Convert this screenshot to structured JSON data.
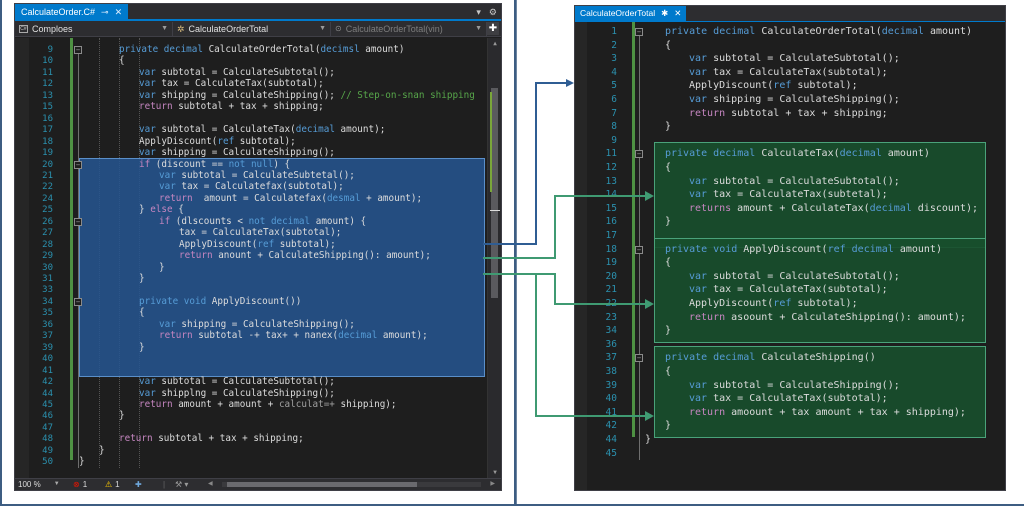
{
  "left_editor": {
    "tab": {
      "label": "CalculateOrder.C#",
      "pin_icon": "pin-icon",
      "close_icon": "close-icon"
    },
    "tabbar_right": {
      "dropdown_icon": "chevron-down-icon",
      "settings_icon": "gear-icon"
    },
    "nav": {
      "project": "Comploes",
      "member": "CalculateOrderTotal",
      "method": "CalculateOrderTotal(vin)"
    },
    "lines": [
      {
        "n": "9",
        "indent": 2,
        "tokens": [
          [
            "kw",
            "private "
          ],
          [
            "kw",
            "decimal "
          ],
          [
            "fn",
            "CalculateOrderTotal("
          ],
          [
            "kw",
            "decimsl "
          ],
          [
            "fn",
            "amount)"
          ]
        ]
      },
      {
        "n": "10",
        "indent": 2,
        "tokens": [
          [
            "fn",
            "{"
          ]
        ]
      },
      {
        "n": "11",
        "indent": 3,
        "tokens": [
          [
            "kw",
            "var "
          ],
          [
            "fn",
            "subtotal = CalculateSubtotal();"
          ]
        ]
      },
      {
        "n": "12",
        "indent": 3,
        "tokens": [
          [
            "kw",
            "var "
          ],
          [
            "fn",
            "tax = CalculateTax(subtotal);"
          ]
        ]
      },
      {
        "n": "13",
        "indent": 3,
        "tokens": [
          [
            "kw",
            "var "
          ],
          [
            "fn",
            "shipping = CalculateShipping(); "
          ],
          [
            "cm",
            "// Step-on-snan shipping"
          ]
        ]
      },
      {
        "n": "15",
        "indent": 3,
        "tokens": [
          [
            "ctl",
            "return "
          ],
          [
            "fn",
            "subtotal + tax + shipping;"
          ]
        ]
      },
      {
        "n": "16",
        "indent": 3,
        "tokens": []
      },
      {
        "n": "17",
        "indent": 3,
        "tokens": [
          [
            "kw",
            "var "
          ],
          [
            "fn",
            "subtotal = CalculateTax("
          ],
          [
            "kw",
            "decimal "
          ],
          [
            "fn",
            "amount);"
          ]
        ]
      },
      {
        "n": "18",
        "indent": 3,
        "tokens": [
          [
            "fn",
            "ApplyDiscount("
          ],
          [
            "kw",
            "ref "
          ],
          [
            "fn",
            "subtotal);"
          ]
        ]
      },
      {
        "n": "19",
        "indent": 3,
        "tokens": [
          [
            "kw",
            "var "
          ],
          [
            "fn",
            "shipping = CalculateShipping();"
          ]
        ]
      },
      {
        "n": "20",
        "indent": 3,
        "tokens": [
          [
            "ctl",
            "if "
          ],
          [
            "fn",
            "(discount == "
          ],
          [
            "kw",
            "not null"
          ],
          [
            "fn",
            ") {"
          ]
        ]
      },
      {
        "n": "21",
        "indent": 4,
        "tokens": [
          [
            "kw",
            "var "
          ],
          [
            "fn",
            "subtotal = CalculateSubtetal();"
          ]
        ]
      },
      {
        "n": "22",
        "indent": 4,
        "tokens": [
          [
            "kw",
            "var "
          ],
          [
            "fn",
            "tax = Calculatefax(subtotal);"
          ]
        ]
      },
      {
        "n": "24",
        "indent": 4,
        "tokens": [
          [
            "ctl",
            "return "
          ],
          [
            "fn",
            " amount = Calculatefax("
          ],
          [
            "kw",
            "desmal "
          ],
          [
            "fn",
            "+ amount);"
          ]
        ]
      },
      {
        "n": "25",
        "indent": 3,
        "tokens": [
          [
            "fn",
            "} "
          ],
          [
            "ctl",
            "else "
          ],
          [
            "fn",
            "{"
          ]
        ]
      },
      {
        "n": "26",
        "indent": 4,
        "tokens": [
          [
            "ctl",
            "if "
          ],
          [
            "fn",
            "(dlscounts < "
          ],
          [
            "kw",
            "not decimal "
          ],
          [
            "fn",
            "amount) {"
          ]
        ]
      },
      {
        "n": "27",
        "indent": 5,
        "tokens": [
          [
            "fn",
            "tax = CalculateTax(subtotal);"
          ]
        ]
      },
      {
        "n": "28",
        "indent": 5,
        "tokens": [
          [
            "fn",
            "ApplyDiscount("
          ],
          [
            "kw",
            "ref "
          ],
          [
            "fn",
            "subtotal);"
          ]
        ]
      },
      {
        "n": "29",
        "indent": 5,
        "tokens": [
          [
            "ctl",
            "return "
          ],
          [
            "fn",
            "anount + CalculateShipping(): amount);"
          ]
        ]
      },
      {
        "n": "30",
        "indent": 4,
        "tokens": [
          [
            "fn",
            "}"
          ]
        ]
      },
      {
        "n": "31",
        "indent": 3,
        "tokens": [
          [
            "fn",
            "}"
          ]
        ]
      },
      {
        "n": "33",
        "indent": 3,
        "tokens": []
      },
      {
        "n": "34",
        "indent": 3,
        "tokens": [
          [
            "kw",
            "private "
          ],
          [
            "kw",
            "void "
          ],
          [
            "fn",
            "ApplyDiscount())"
          ]
        ]
      },
      {
        "n": "35",
        "indent": 3,
        "tokens": [
          [
            "fn",
            "{"
          ]
        ]
      },
      {
        "n": "36",
        "indent": 4,
        "tokens": [
          [
            "kw",
            "var "
          ],
          [
            "fn",
            "shipping = CalculateShipping();"
          ]
        ]
      },
      {
        "n": "37",
        "indent": 4,
        "tokens": [
          [
            "ctl",
            "return "
          ],
          [
            "fn",
            "subtotal -+ tax+ + nanex("
          ],
          [
            "kw",
            "decimal "
          ],
          [
            "fn",
            "amount);"
          ]
        ]
      },
      {
        "n": "39",
        "indent": 3,
        "tokens": [
          [
            "fn",
            "}"
          ]
        ]
      },
      {
        "n": "40",
        "indent": 3,
        "tokens": []
      },
      {
        "n": "41",
        "indent": 3,
        "tokens": []
      },
      {
        "n": "42",
        "indent": 3,
        "tokens": [
          [
            "kw",
            "var "
          ],
          [
            "fn",
            "subtotal = CalculateSubtotal();"
          ]
        ]
      },
      {
        "n": "44",
        "indent": 3,
        "tokens": [
          [
            "kw",
            "var "
          ],
          [
            "fn",
            "shipplng = CalculateShipping();"
          ]
        ]
      },
      {
        "n": "45",
        "indent": 3,
        "tokens": [
          [
            "ctl",
            "return "
          ],
          [
            "fn",
            "amount + amount + "
          ],
          [
            "cm2",
            "calculat=+ "
          ],
          [
            "fn",
            "shipping);"
          ]
        ]
      },
      {
        "n": "46",
        "indent": 2,
        "tokens": [
          [
            "fn",
            "}"
          ]
        ]
      },
      {
        "n": "47",
        "indent": 2,
        "tokens": []
      },
      {
        "n": "48",
        "indent": 2,
        "tokens": [
          [
            "ctl",
            "return "
          ],
          [
            "fn",
            "subtotal + tax + shipping;"
          ]
        ]
      },
      {
        "n": "49",
        "indent": 1,
        "tokens": [
          [
            "fn",
            "}"
          ]
        ]
      },
      {
        "n": "50",
        "indent": 0,
        "tokens": [
          [
            "fn",
            "}"
          ]
        ]
      }
    ],
    "status": {
      "zoom": "100 %",
      "errors": "1",
      "warnings": "1",
      "error_icon": "error-icon",
      "warning_icon": "warning-icon",
      "add_icon": "plus-icon",
      "branch_icon": "tools-icon"
    }
  },
  "right_editor": {
    "tab": {
      "label": "CalculateOrderTotal",
      "pin_icon": "pin-icon",
      "close_icon": "close-icon"
    },
    "lines": [
      {
        "n": "1",
        "indent": 0,
        "tokens": [
          [
            "kw",
            "private "
          ],
          [
            "kw",
            "decimal "
          ],
          [
            "fn",
            "CalculateOrderTotal("
          ],
          [
            "kw",
            "decimal "
          ],
          [
            "fn",
            "amount)"
          ]
        ]
      },
      {
        "n": "2",
        "indent": 0,
        "tokens": [
          [
            "fn",
            "{"
          ]
        ]
      },
      {
        "n": "3",
        "indent": 1,
        "tokens": [
          [
            "kw",
            "var "
          ],
          [
            "fn",
            "subtotal = CalculateSubtotal();"
          ]
        ]
      },
      {
        "n": "4",
        "indent": 1,
        "tokens": [
          [
            "kw",
            "var "
          ],
          [
            "fn",
            "tax = CalculateTax(subtotal);"
          ]
        ]
      },
      {
        "n": "5",
        "indent": 1,
        "tokens": [
          [
            "fn",
            "ApplyDiscount("
          ],
          [
            "kw",
            "ref "
          ],
          [
            "fn",
            "subtotal);"
          ]
        ]
      },
      {
        "n": "6",
        "indent": 1,
        "tokens": [
          [
            "kw",
            "var "
          ],
          [
            "fn",
            "shipping = CalculateShipping();"
          ]
        ]
      },
      {
        "n": "7",
        "indent": 1,
        "tokens": [
          [
            "ctl",
            "return "
          ],
          [
            "fn",
            "subtotal + tax + shipping;"
          ]
        ]
      },
      {
        "n": "8",
        "indent": 0,
        "tokens": [
          [
            "fn",
            "}"
          ]
        ]
      },
      {
        "n": "9",
        "indent": 0,
        "tokens": []
      },
      {
        "n": "11",
        "indent": 0,
        "tokens": [
          [
            "kw",
            "private "
          ],
          [
            "kw",
            "decimal "
          ],
          [
            "fn",
            "CalculateTax("
          ],
          [
            "kw",
            "decimal "
          ],
          [
            "fn",
            "amount)"
          ]
        ]
      },
      {
        "n": "12",
        "indent": 0,
        "tokens": [
          [
            "fn",
            "{"
          ]
        ]
      },
      {
        "n": "13",
        "indent": 1,
        "tokens": [
          [
            "kw",
            "var "
          ],
          [
            "fn",
            "subtotal = CalculateSubtotal();"
          ]
        ]
      },
      {
        "n": "14",
        "indent": 1,
        "tokens": [
          [
            "kw",
            "var "
          ],
          [
            "fn",
            "tax = CalculateTax(subtetal);"
          ]
        ]
      },
      {
        "n": "15",
        "indent": 1,
        "tokens": [
          [
            "ctl",
            "returns "
          ],
          [
            "fn",
            "amount + CalculateTax("
          ],
          [
            "kw",
            "decimal "
          ],
          [
            "fn",
            "discount);"
          ]
        ]
      },
      {
        "n": "16",
        "indent": 0,
        "tokens": [
          [
            "fn",
            "}"
          ]
        ]
      },
      {
        "n": "17",
        "indent": 0,
        "tokens": []
      },
      {
        "n": "18",
        "indent": 0,
        "tokens": [
          [
            "kw",
            "private "
          ],
          [
            "kw",
            "void "
          ],
          [
            "fn",
            "ApplyDiscount("
          ],
          [
            "kw",
            "ref decimal "
          ],
          [
            "fn",
            "amount)"
          ]
        ]
      },
      {
        "n": "19",
        "indent": 0,
        "tokens": [
          [
            "fn",
            "{"
          ]
        ]
      },
      {
        "n": "20",
        "indent": 1,
        "tokens": [
          [
            "kw",
            "var "
          ],
          [
            "fn",
            "subtotal = CalculateSubtotal();"
          ]
        ]
      },
      {
        "n": "21",
        "indent": 1,
        "tokens": [
          [
            "kw",
            "var "
          ],
          [
            "fn",
            "tax = CalculateTax(subtotal);"
          ]
        ]
      },
      {
        "n": "22",
        "indent": 1,
        "tokens": [
          [
            "fn",
            "ApplyDiscount("
          ],
          [
            "kw",
            "ref "
          ],
          [
            "fn",
            "subtotal);"
          ]
        ]
      },
      {
        "n": "23",
        "indent": 1,
        "tokens": [
          [
            "ctl",
            "return "
          ],
          [
            "fn",
            "asoount + CalculateShipping(): amount);"
          ]
        ]
      },
      {
        "n": "34",
        "indent": 0,
        "tokens": [
          [
            "fn",
            "}"
          ]
        ]
      },
      {
        "n": "36",
        "indent": 0,
        "tokens": []
      },
      {
        "n": "37",
        "indent": 0,
        "tokens": [
          [
            "kw",
            "private "
          ],
          [
            "kw",
            "decimal "
          ],
          [
            "fn",
            "CalculateShipping()"
          ]
        ]
      },
      {
        "n": "38",
        "indent": 0,
        "tokens": [
          [
            "fn",
            "{"
          ]
        ]
      },
      {
        "n": "39",
        "indent": 1,
        "tokens": [
          [
            "kw",
            "var "
          ],
          [
            "fn",
            "subtotal = CalculateShipping();"
          ]
        ]
      },
      {
        "n": "40",
        "indent": 1,
        "tokens": [
          [
            "kw",
            "var "
          ],
          [
            "fn",
            "tax = CalculateTax(subtotal);"
          ]
        ]
      },
      {
        "n": "41",
        "indent": 1,
        "tokens": [
          [
            "ctl",
            "return "
          ],
          [
            "fn",
            "amoount + tax amount + tax + shipping);"
          ]
        ]
      },
      {
        "n": "42",
        "indent": 0,
        "tokens": [
          [
            "fn",
            "}"
          ]
        ]
      },
      {
        "n": "44",
        "indent": -1,
        "tokens": [
          [
            "fn",
            "}"
          ]
        ]
      },
      {
        "n": "45",
        "indent": 0,
        "tokens": []
      }
    ]
  },
  "colors": {
    "tab_active": "#007acc",
    "keyword": "#569cd6",
    "control": "#c586c0",
    "comment": "#57a64a",
    "line_number": "#2b91af",
    "highlight_blue": "#265692",
    "highlight_green": "#184e2c",
    "connector_blue": "#2f5d93",
    "connector_green": "#3f9a72"
  }
}
